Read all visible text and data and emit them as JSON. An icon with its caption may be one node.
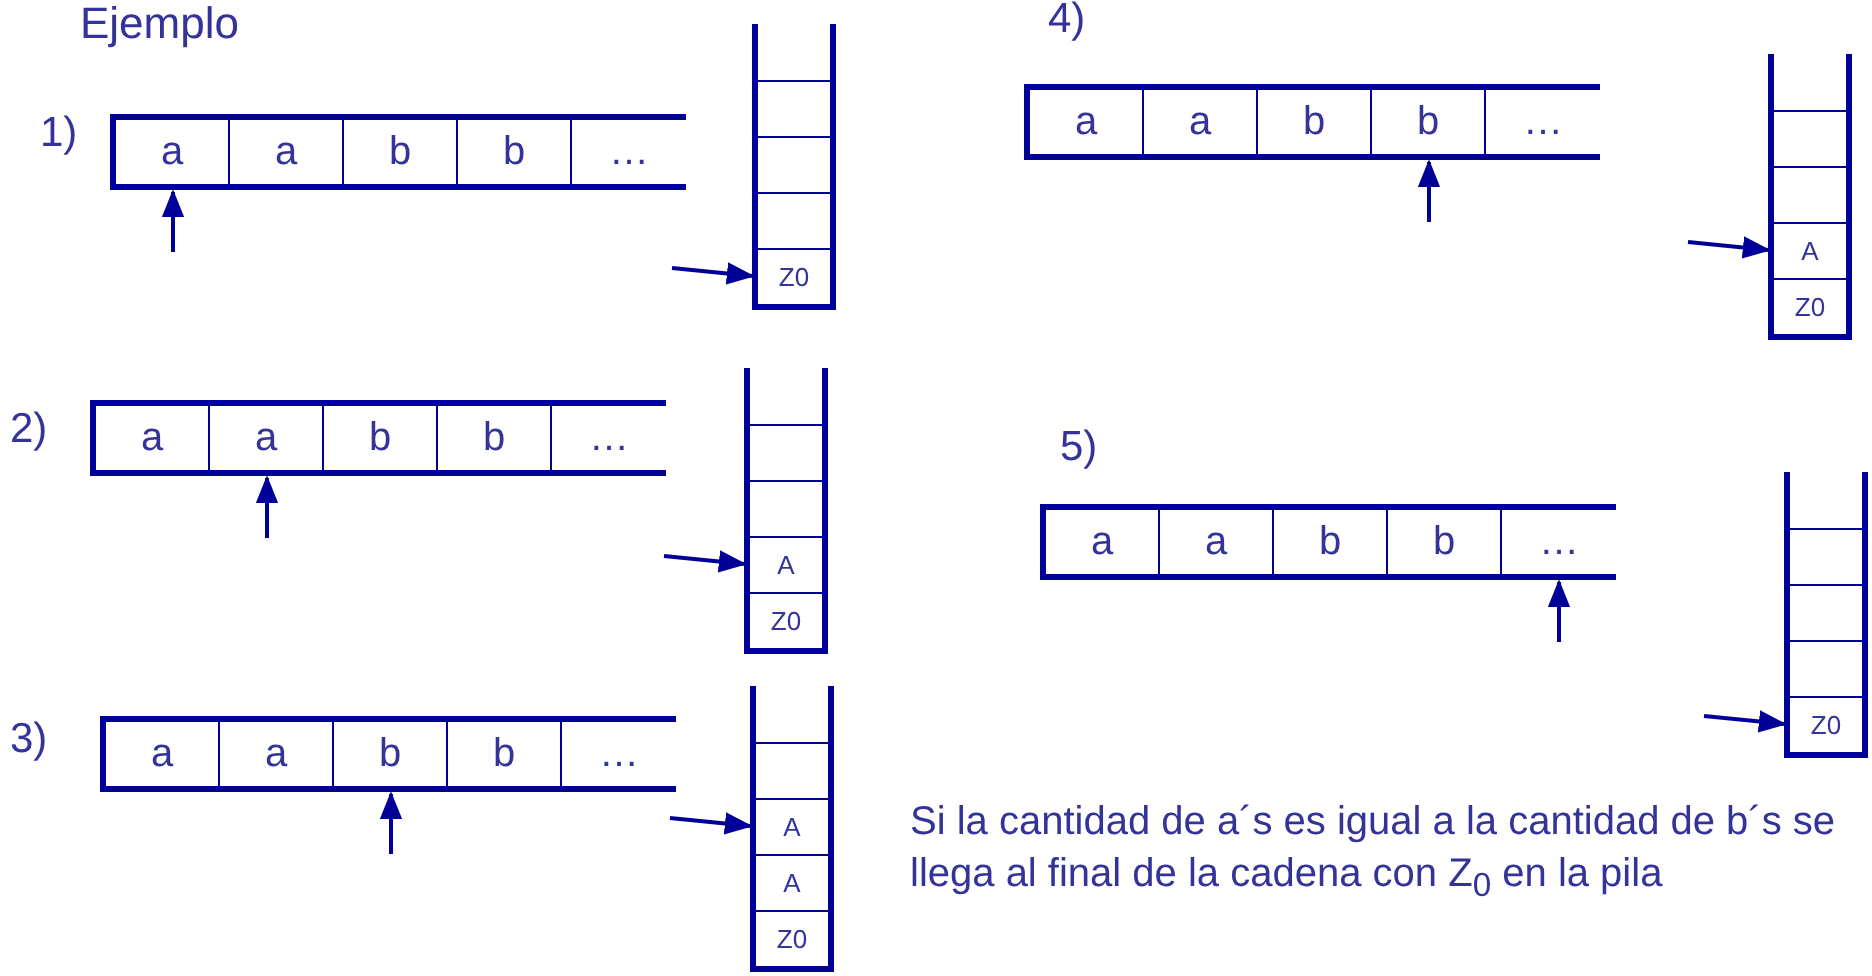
{
  "diagram": {
    "title": "Ejemplo",
    "nodes": [
      {
        "text": [],
        "shape": "bar",
        "beside": [
          "1)"
        ]
      },
      {
        "text": [
          "a"
        ],
        "in": 0
      },
      {
        "text": [
          "a"
        ],
        "in": 0
      },
      {
        "text": [
          "b"
        ],
        "in": 0
      },
      {
        "text": [
          "b"
        ],
        "in": 0
      },
      {
        "text": [
          "…"
        ],
        "in": 0
      },
      {
        "text": [],
        "shape": "box"
      },
      {
        "text": [],
        "shape": "box",
        "in": 6
      },
      {
        "text": [],
        "shape": "box",
        "in": 6
      },
      {
        "text": [],
        "shape": "box",
        "in": 6
      },
      {
        "text": [
          "Z0"
        ],
        "in": 6
      },
      {
        "text": [],
        "shape": "bar",
        "beside": [
          "2)"
        ]
      },
      {
        "text": [
          "a"
        ],
        "in": 11
      },
      {
        "text": [
          "a"
        ],
        "in": 11
      },
      {
        "text": [
          "b"
        ],
        "in": 11
      },
      {
        "text": [
          "b"
        ],
        "in": 11
      },
      {
        "text": [
          "…"
        ],
        "in": 11
      },
      {
        "text": [],
        "shape": "box"
      },
      {
        "text": [],
        "shape": "box",
        "in": 17
      },
      {
        "text": [],
        "shape": "box",
        "in": 17
      },
      {
        "text": [
          "A"
        ],
        "in": 17
      },
      {
        "text": [
          "Z0"
        ],
        "in": 17
      },
      {
        "text": [],
        "shape": "bar",
        "beside": [
          "3)"
        ]
      },
      {
        "text": [
          "a"
        ],
        "in": 22
      },
      {
        "text": [
          "a"
        ],
        "in": 22
      },
      {
        "text": [
          "b"
        ],
        "in": 22
      },
      {
        "text": [
          "b"
        ],
        "in": 22
      },
      {
        "text": [
          "…"
        ],
        "in": 22
      },
      {
        "text": [],
        "shape": "box"
      },
      {
        "text": [],
        "shape": "box",
        "in": 28
      },
      {
        "text": [
          "A"
        ],
        "in": 28
      },
      {
        "text": [
          "A"
        ],
        "in": 28
      },
      {
        "text": [
          "Z0"
        ],
        "in": 28
      },
      {
        "text": [],
        "shape": "bar",
        "beside": [
          "4)"
        ]
      },
      {
        "text": [
          "a"
        ],
        "in": 33
      },
      {
        "text": [
          "a"
        ],
        "in": 33
      },
      {
        "text": [
          "b"
        ],
        "in": 33
      },
      {
        "text": [
          "b"
        ],
        "in": 33
      },
      {
        "text": [
          "…"
        ],
        "in": 33
      },
      {
        "text": [],
        "shape": "box"
      },
      {
        "text": [],
        "shape": "box",
        "in": 39
      },
      {
        "text": [],
        "shape": "box",
        "in": 39
      },
      {
        "text": [
          "A"
        ],
        "in": 39
      },
      {
        "text": [
          "Z0"
        ],
        "in": 39
      },
      {
        "text": [],
        "shape": "bar",
        "beside": [
          "5)"
        ]
      },
      {
        "text": [
          "a"
        ],
        "in": 44
      },
      {
        "text": [
          "a"
        ],
        "in": 44
      },
      {
        "text": [
          "b"
        ],
        "in": 44
      },
      {
        "text": [
          "b"
        ],
        "in": 44
      },
      {
        "text": [
          "…"
        ],
        "in": 44
      },
      {
        "text": [],
        "shape": "box"
      },
      {
        "text": [],
        "shape": "box",
        "in": 50
      },
      {
        "text": [],
        "shape": "box",
        "in": 50
      },
      {
        "text": [],
        "shape": "box",
        "in": 50
      },
      {
        "text": [
          "Z0"
        ],
        "in": 50
      }
    ],
    "edges": [
      {
        "from": null,
        "to": 1,
        "arrow": "to"
      },
      {
        "from": null,
        "to": 10,
        "arrow": "to"
      },
      {
        "from": null,
        "to": 13,
        "arrow": "to"
      },
      {
        "from": null,
        "to": 20,
        "arrow": "to"
      },
      {
        "from": null,
        "to": 25,
        "arrow": "to"
      },
      {
        "from": null,
        "to": 30,
        "arrow": "to"
      },
      {
        "from": null,
        "to": 37,
        "arrow": "to"
      },
      {
        "from": null,
        "to": 42,
        "arrow": "to"
      },
      {
        "from": null,
        "to": 49,
        "arrow": "to"
      },
      {
        "from": null,
        "to": 54,
        "arrow": "to"
      }
    ],
    "labels": [
      "Si la cantidad de a´s es igual a la cantidad de b´s se llega al final de la cadena con Z$_{0}$ en la pila"
    ]
  }
}
